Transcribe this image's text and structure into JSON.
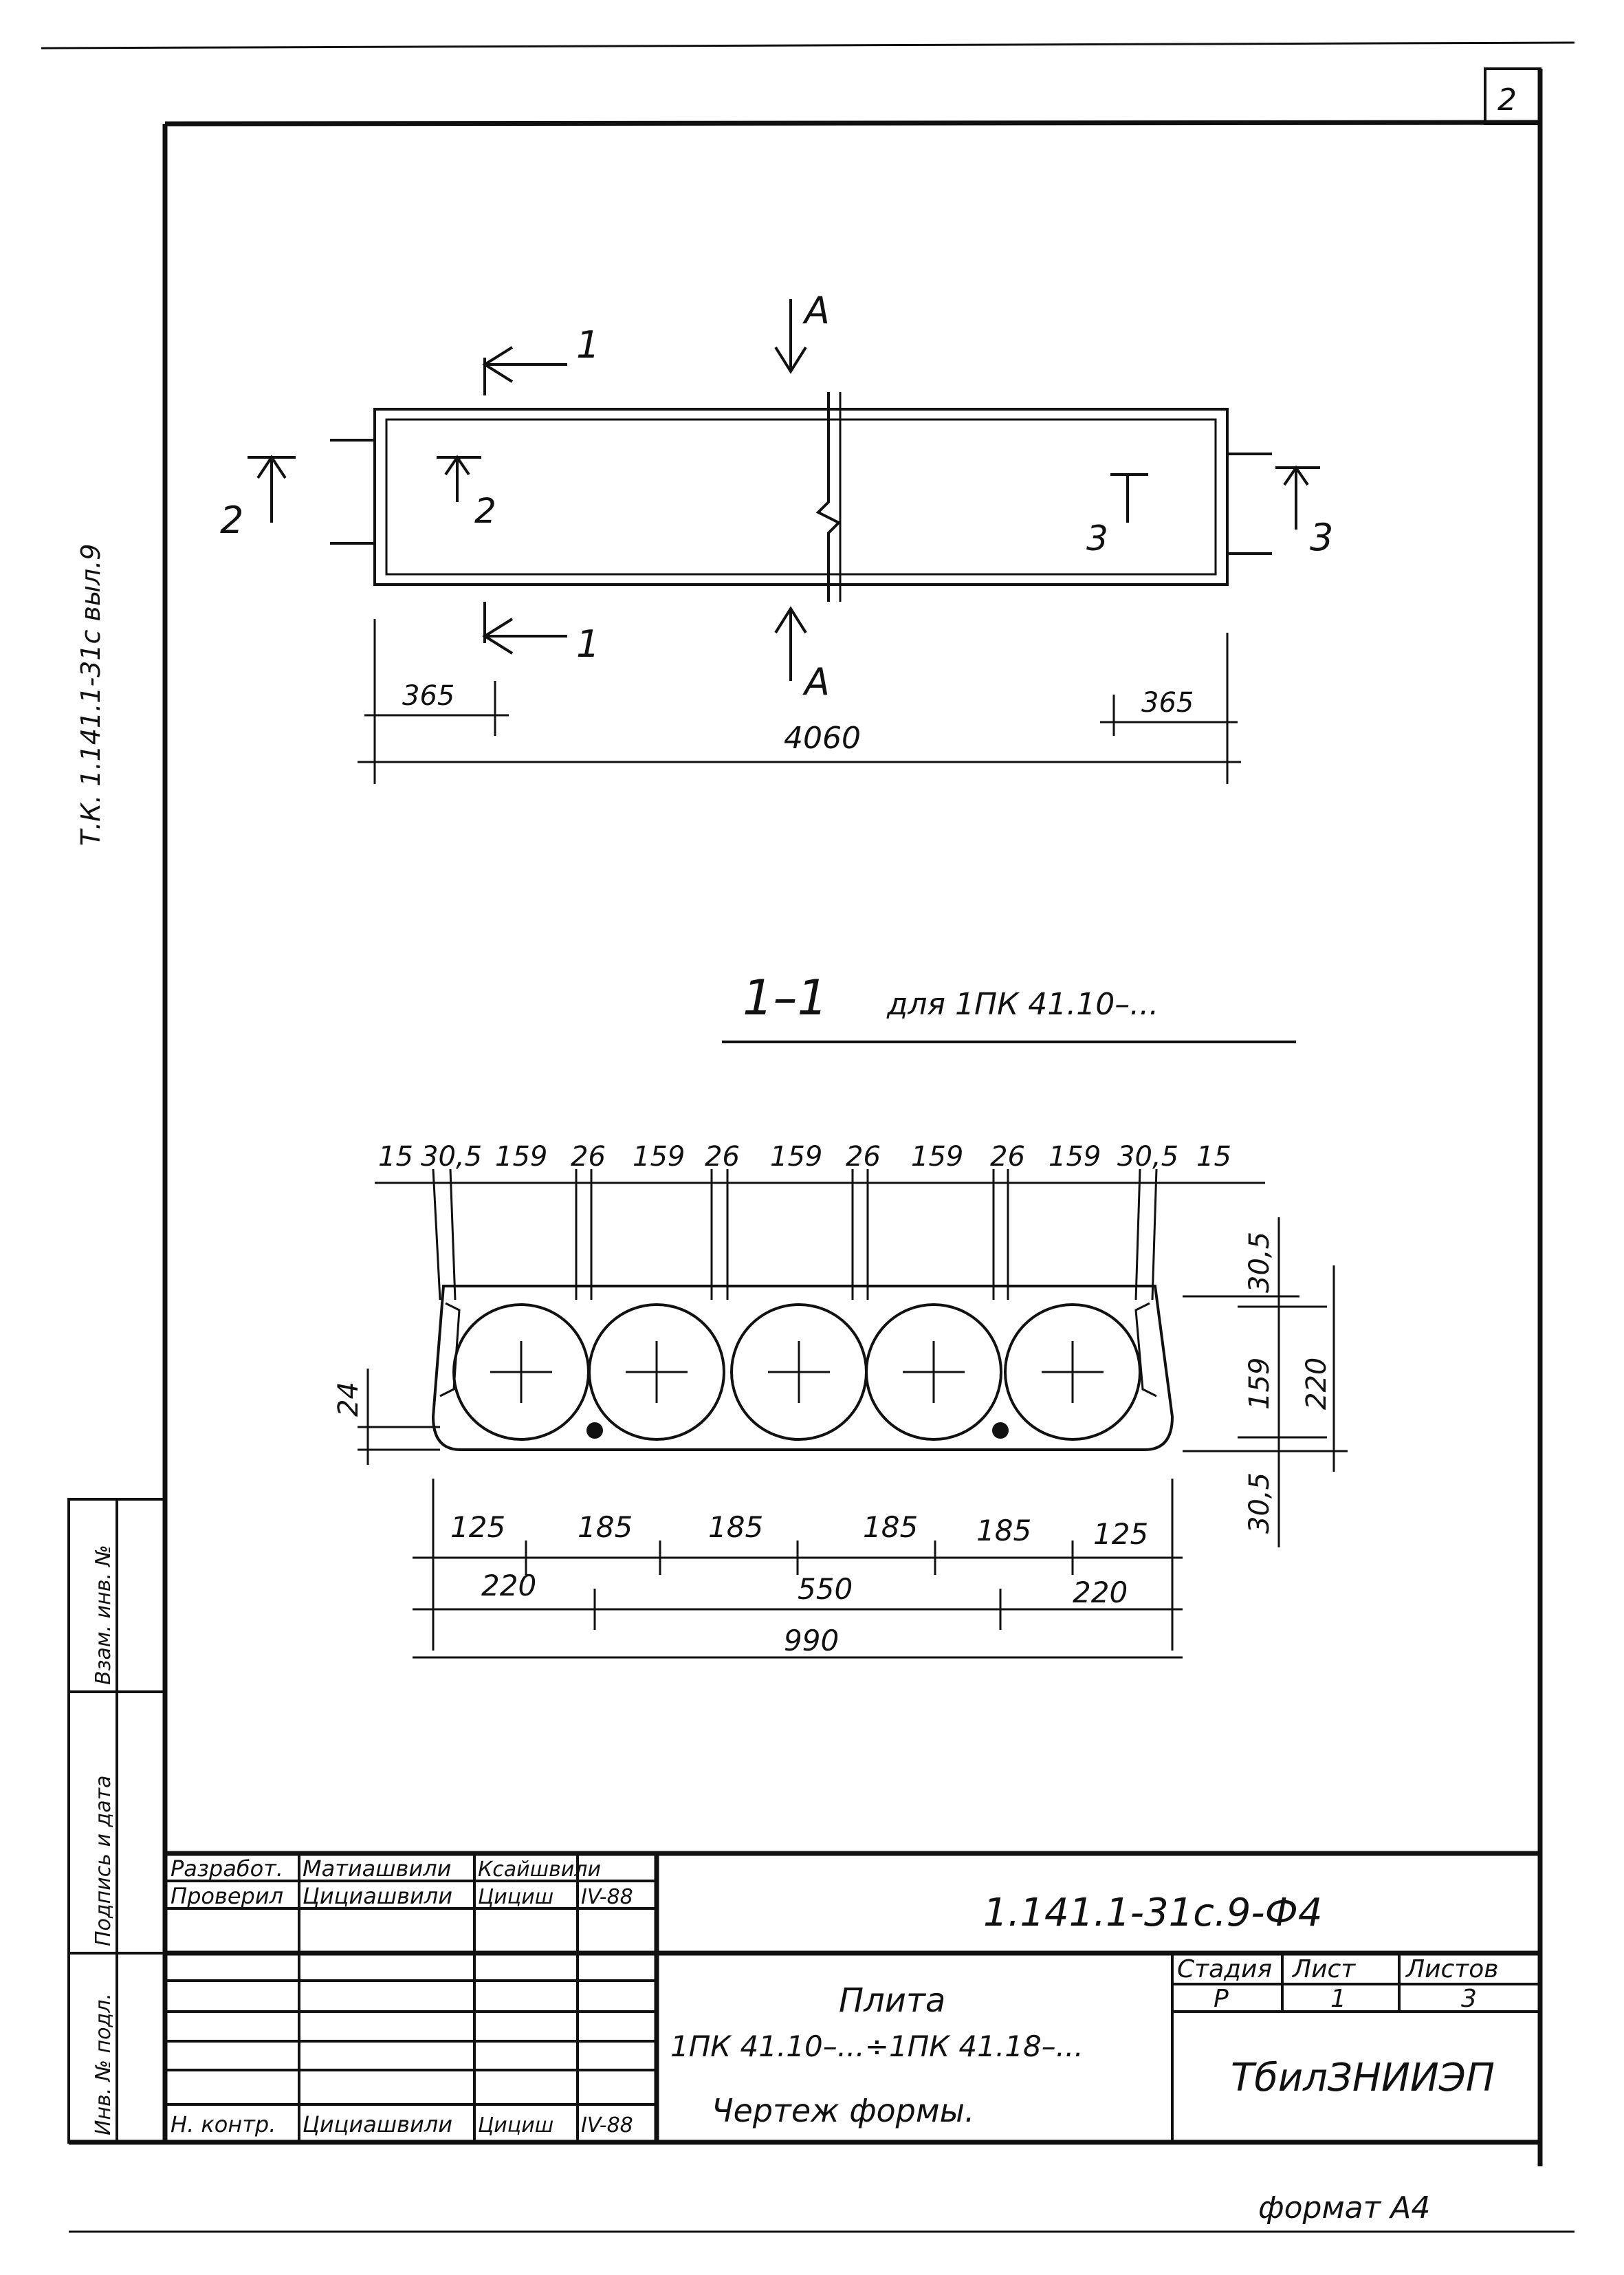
{
  "sheet_number": "2",
  "side_label": "Т.К. 1.141.1-31с   выл.9",
  "plan_view": {
    "cut_marks": {
      "one": "1",
      "two": "2",
      "three": "3",
      "a": "А"
    },
    "dim_365_left": "365",
    "dim_365_right": "365",
    "dim_total": "4060"
  },
  "section": {
    "title": "1–1",
    "subtitle": "для 1ПК 41.10–...",
    "top_dims": [
      "15",
      "30,5",
      "159",
      "26",
      "159",
      "26",
      "159",
      "26",
      "159",
      "26",
      "159",
      "30,5",
      "15"
    ],
    "left_dim": "24",
    "right_dims": {
      "top": "30,5",
      "middle": "159",
      "bottom": "30,5",
      "total": "220"
    },
    "bottom_row1": [
      "125",
      "185",
      "185",
      "185",
      "185",
      "125"
    ],
    "bottom_row2": [
      "220",
      "550",
      "220"
    ],
    "bottom_total": "990"
  },
  "stamp": {
    "sidebar": {
      "inv_zam": "Взам. инв. №",
      "sign_date": "Подпись и дата",
      "inv_podl": "Инв. № подл."
    },
    "rows": [
      {
        "role": "Разработ.",
        "name": "Матиашвили",
        "sign": "Ксайшвили",
        "date": ""
      },
      {
        "role": "Проверил",
        "name": "Цициашвили",
        "sign": "Цициш",
        "date": "IV-88"
      },
      {
        "role": "Н. контр.",
        "name": "Цициашвили",
        "sign": "Цициш",
        "date": "IV-88"
      }
    ],
    "doc_code": "1.141.1-31с.9-Ф4",
    "title_lines": [
      "Плита",
      "1ПК 41.10–...÷1ПК 41.18–...",
      "Чертеж формы."
    ],
    "stage_header": "Стадия",
    "sheet_header": "Лист",
    "sheets_header": "Листов",
    "stage": "Р",
    "sheet": "1",
    "sheets": "3",
    "organization": "ТбилЗНИИЭП"
  },
  "format_label": "формат А4"
}
